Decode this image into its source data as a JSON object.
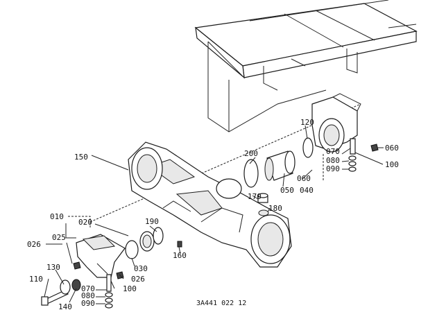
{
  "diagram": {
    "drawing_code": "3A441 022 12",
    "callouts": [
      {
        "id": "c150",
        "text": "150"
      },
      {
        "id": "c010",
        "text": "010"
      },
      {
        "id": "c020",
        "text": "020"
      },
      {
        "id": "c026a",
        "text": "026"
      },
      {
        "id": "c025",
        "text": "025"
      },
      {
        "id": "c130",
        "text": "130"
      },
      {
        "id": "c110",
        "text": "110"
      },
      {
        "id": "c140",
        "text": "140"
      },
      {
        "id": "c070a",
        "text": "070"
      },
      {
        "id": "c080a",
        "text": "080"
      },
      {
        "id": "c090a",
        "text": "090"
      },
      {
        "id": "c100a",
        "text": "100"
      },
      {
        "id": "c026b",
        "text": "026"
      },
      {
        "id": "c030",
        "text": "030"
      },
      {
        "id": "c190",
        "text": "190"
      },
      {
        "id": "c160",
        "text": "160"
      },
      {
        "id": "c200",
        "text": "200"
      },
      {
        "id": "c050",
        "text": "050"
      },
      {
        "id": "c060a",
        "text": "060"
      },
      {
        "id": "c040",
        "text": "040"
      },
      {
        "id": "c170",
        "text": "170"
      },
      {
        "id": "c180",
        "text": "180"
      },
      {
        "id": "c120",
        "text": "120"
      },
      {
        "id": "c060b",
        "text": "060"
      },
      {
        "id": "c070b",
        "text": "070"
      },
      {
        "id": "c080b",
        "text": "080"
      },
      {
        "id": "c090b",
        "text": "090"
      },
      {
        "id": "c100b",
        "text": "100"
      }
    ]
  }
}
